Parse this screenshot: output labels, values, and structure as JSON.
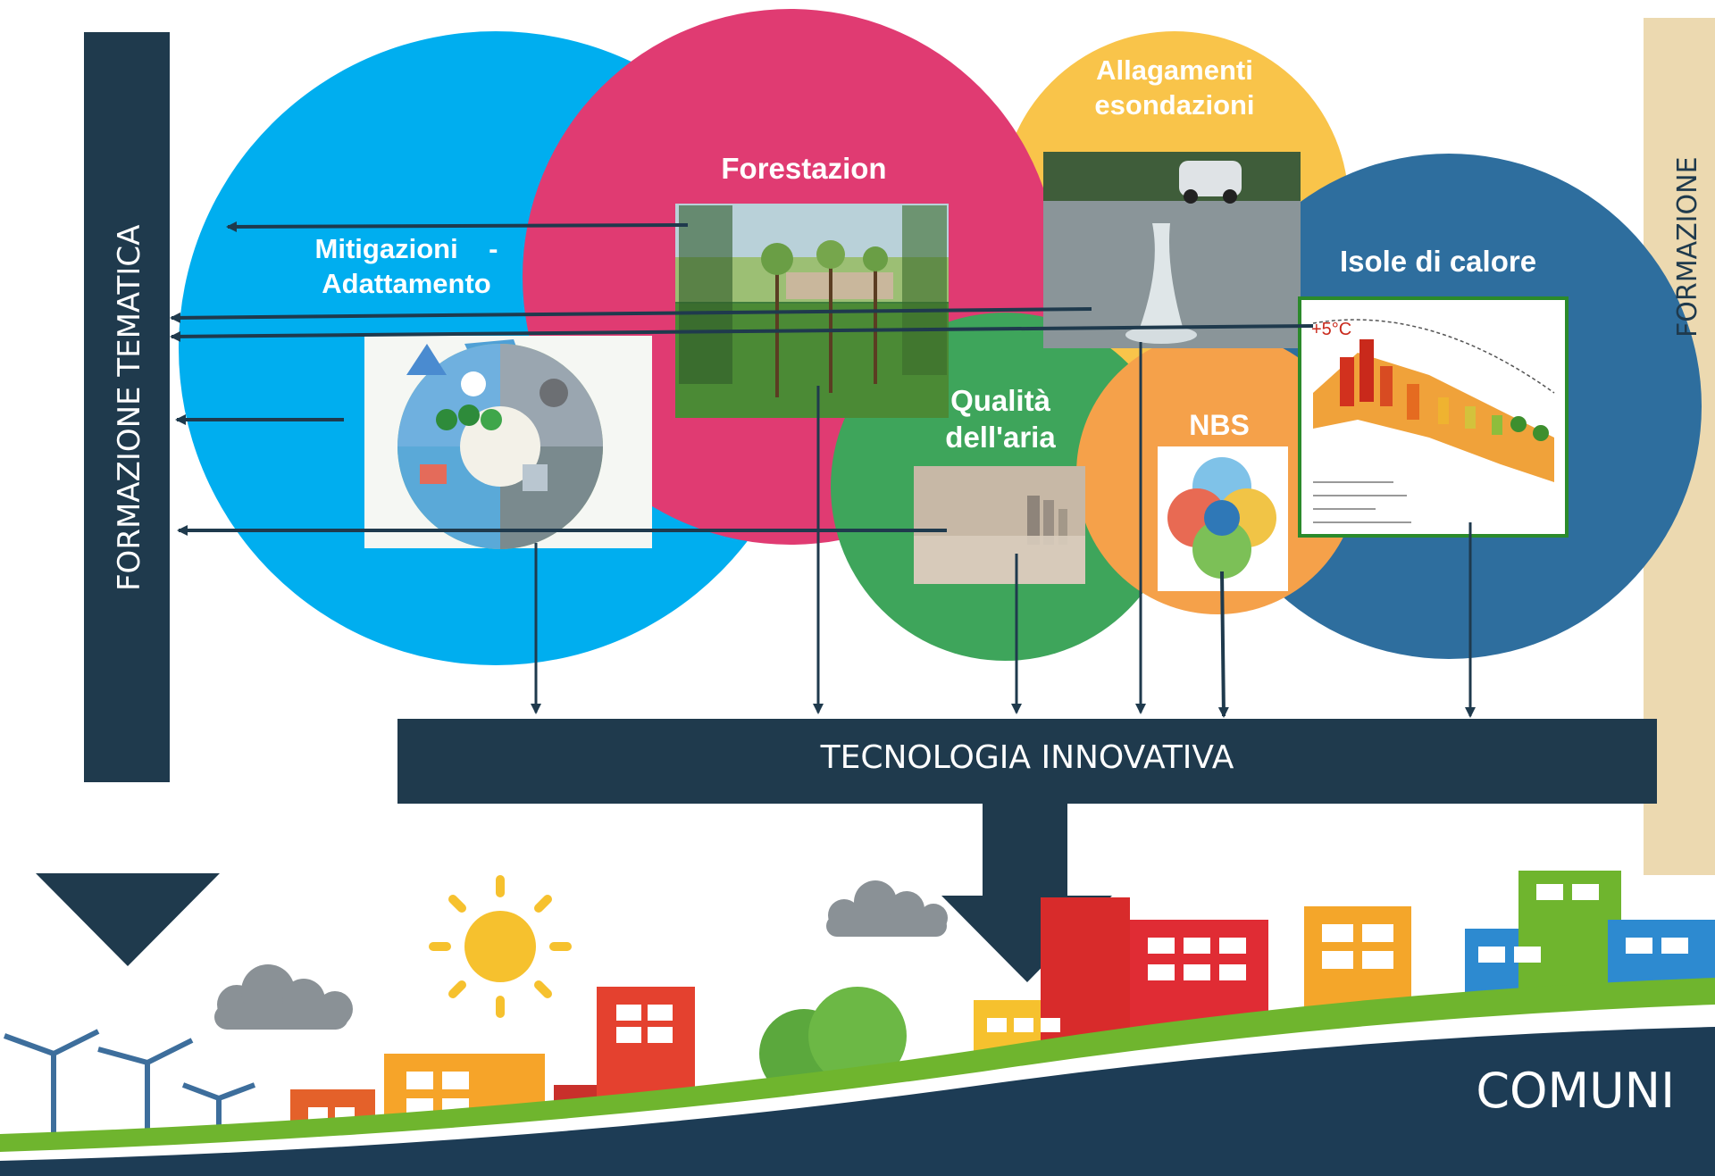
{
  "diagram": {
    "left_bar_label": "FORMAZIONE TEMATICA",
    "right_bar_label": "FORMAZIONE",
    "center_bar_label": "TECNOLOGIA INNOVATIVA",
    "bottom_label": "COMUNI",
    "circles": [
      {
        "label": "Mitigazioni    -\nAdattamento",
        "color": "#00aeef"
      },
      {
        "label": "Forestazion",
        "color": "#e03b72"
      },
      {
        "label": "Allagamenti\nesondazioni",
        "color": "#f9c44a"
      },
      {
        "label": "Isole di calore",
        "color": "#2e6e9e"
      },
      {
        "label": "Qualità\ndell'aria",
        "color": "#3ea55b"
      },
      {
        "label": "NBS",
        "color": "#f5a14a"
      }
    ],
    "heat_chart_label": "+5°C",
    "colors": {
      "dark_navy": "#1f3a4d",
      "sand": "#ecd9b0",
      "green_band": "#6fb52e",
      "ground": "#1d3c55"
    }
  }
}
